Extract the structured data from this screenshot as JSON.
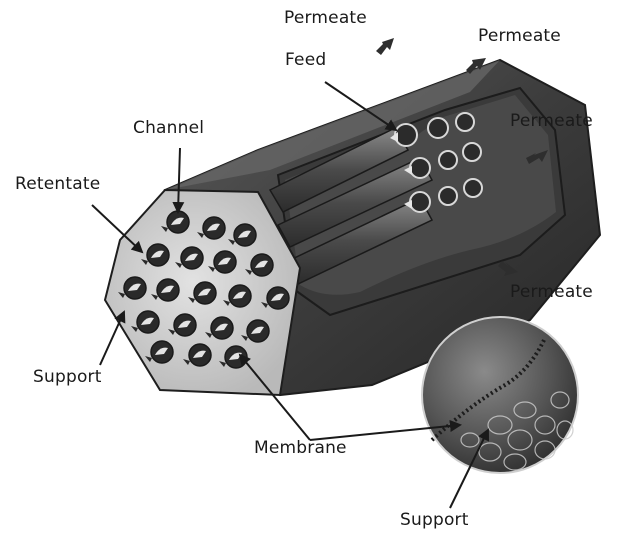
{
  "labels": {
    "permeate_top": "Permeate",
    "permeate_top_right": "Permeate",
    "permeate_right": "Permeate",
    "permeate_lower_right": "Permeate",
    "feed": "Feed",
    "channel": "Channel",
    "retentate": "Retentate",
    "support_left": "Support",
    "membrane": "Membrane",
    "support_bottom": "Support"
  },
  "colors": {
    "tube_body": "#4a4a4a",
    "tube_dark": "#2a2a2a",
    "end_face": "#cfcfcf",
    "inset_circle": "#5a5a5a",
    "arrow": "#333333",
    "leader": "#1a1a1a"
  }
}
